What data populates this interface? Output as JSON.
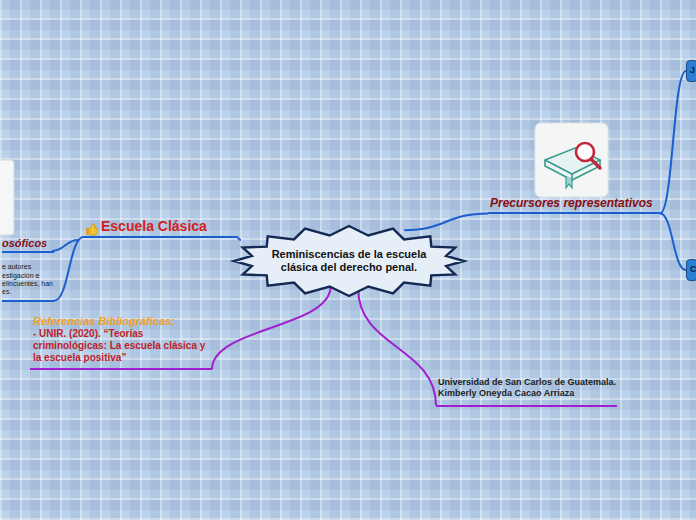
{
  "diagram": {
    "nodes": [
      {
        "text": [
          "Reminiscencias de la escuela clásica del derecho penal."
        ]
      },
      {
        "text": [
          "Escuela Clásica"
        ]
      },
      {
        "text": [
          "osóficos",
          "e autores estigación e elincuentes, han es."
        ]
      },
      {
        "text": [
          "Precursores representativos"
        ]
      },
      {
        "text": [
          "J"
        ]
      },
      {
        "text": [
          "C"
        ]
      },
      {
        "text": [
          "Referencias Bibliográficas:",
          "- UNIR. (2020). “Teorías criminológicas: La escuela clásica y la escuela positiva”"
        ]
      },
      {
        "text": [
          "Universidad de San Carlos de Guatemala. Kimberly Oneyda Cacao Arriaza"
        ]
      }
    ],
    "edges": [
      {
        "from": 0,
        "to": 1,
        "arrow": "none"
      },
      {
        "from": 1,
        "to": 2,
        "arrow": "none"
      },
      {
        "from": 0,
        "to": 3,
        "arrow": "none"
      },
      {
        "from": 3,
        "to": 4,
        "arrow": "none"
      },
      {
        "from": 3,
        "to": 5,
        "arrow": "none"
      },
      {
        "from": 0,
        "to": 6,
        "arrow": "none"
      },
      {
        "from": 0,
        "to": 7,
        "arrow": "none"
      }
    ]
  }
}
